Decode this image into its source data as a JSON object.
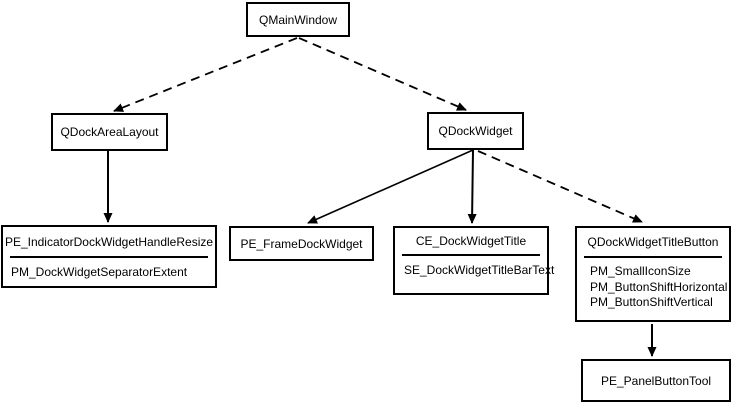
{
  "diagram": {
    "description": "Dock widget styling dependency diagram",
    "colors": {
      "background": "#ffffff",
      "line": "#000000",
      "text": "#000000"
    },
    "nodes": {
      "qmainwindow": {
        "title": "QMainWindow"
      },
      "qdockarealayout": {
        "title": "QDockAreaLayout"
      },
      "qdockwidget": {
        "title": "QDockWidget"
      },
      "indicator": {
        "title": "PE_IndicatorDockWidgetHandleResize",
        "items": [
          "PM_DockWidgetSeparatorExtent"
        ]
      },
      "framedockwidget": {
        "title": "PE_FrameDockWidget"
      },
      "dockwidgettitle": {
        "title": "CE_DockWidgetTitle",
        "items": [
          "SE_DockWidgetTitleBarText"
        ]
      },
      "titlebutton": {
        "title": "QDockWidgetTitleButton",
        "items": [
          "PM_SmallIconSize",
          "PM_ButtonShiftHorizontal",
          "PM_ButtonShiftVertical"
        ]
      },
      "panelbuttontool": {
        "title": "PE_PanelButtonTool"
      }
    },
    "edges": [
      {
        "from": "QMainWindow",
        "to": "QDockAreaLayout",
        "style": "dashed"
      },
      {
        "from": "QMainWindow",
        "to": "QDockWidget",
        "style": "dashed"
      },
      {
        "from": "QDockAreaLayout",
        "to": "PE_IndicatorDockWidgetHandleResize",
        "style": "solid"
      },
      {
        "from": "QDockWidget",
        "to": "PE_FrameDockWidget",
        "style": "solid"
      },
      {
        "from": "QDockWidget",
        "to": "CE_DockWidgetTitle",
        "style": "solid"
      },
      {
        "from": "QDockWidget",
        "to": "QDockWidgetTitleButton",
        "style": "dashed"
      },
      {
        "from": "QDockWidgetTitleButton",
        "to": "PE_PanelButtonTool",
        "style": "solid"
      }
    ]
  }
}
